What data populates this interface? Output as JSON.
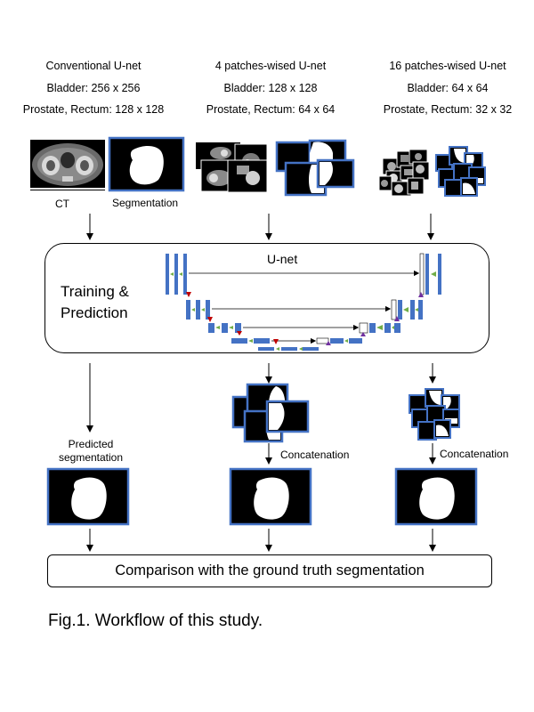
{
  "columns": [
    {
      "title": "Conventional U-net",
      "bladder": "Bladder: 256 x 256",
      "prostate": "Prostate, Rectum: 128 x 128"
    },
    {
      "title": "4 patches-wised U-net",
      "bladder": "Bladder: 128 x 128",
      "prostate": "Prostate, Rectum: 64 x 64"
    },
    {
      "title": "16 patches-wised U-net",
      "bladder": "Bladder: 64 x 64",
      "prostate": "Prostate, Rectum: 32 x 32"
    }
  ],
  "labels": {
    "ct": "CT",
    "segmentation": "Segmentation",
    "training_line1": "Training &",
    "training_line2": "Prediction",
    "unet": "U-net",
    "predicted_line1": "Predicted",
    "predicted_line2": "segmentation",
    "concatenation": "Concatenation",
    "comparison": "Comparison with the ground truth segmentation"
  },
  "caption": "Fig.1. Workflow of this study.",
  "colors": {
    "frame_blue": "#4472c4",
    "arrow_red": "#c00000",
    "arrow_green": "#70ad47",
    "black": "#000000"
  }
}
